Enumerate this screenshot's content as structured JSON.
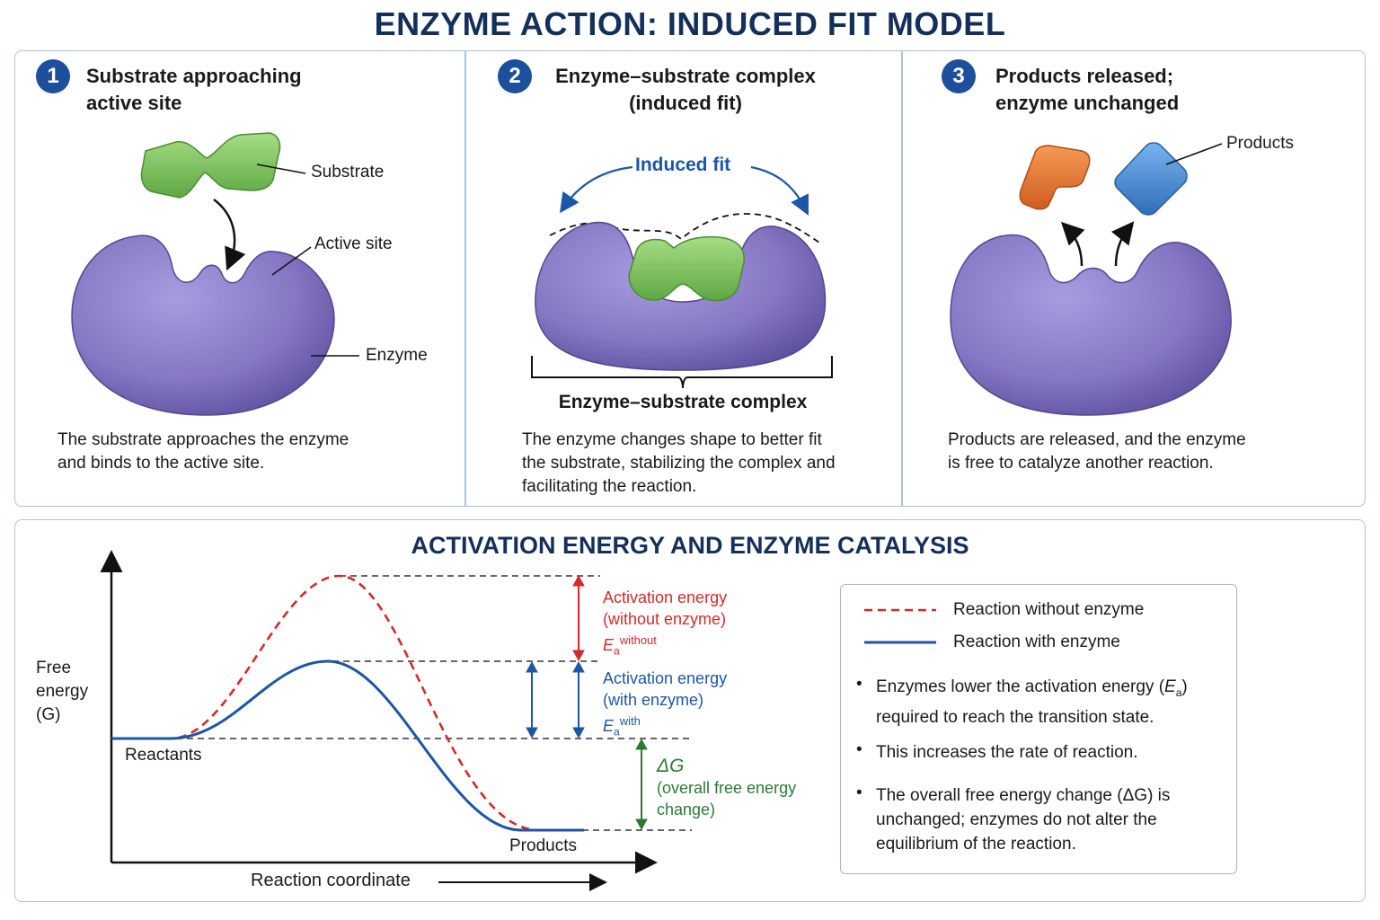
{
  "title": "ENZYME ACTION: INDUCED FIT MODEL",
  "steps": [
    {
      "number": "1",
      "title_line1": "Substrate approaching",
      "title_line2": "active site",
      "labels": {
        "substrate": "Substrate",
        "active_site": "Active site",
        "enzyme": "Enzyme"
      },
      "desc_line1": "The substrate approaches the enzyme",
      "desc_line2": "and binds to the active site."
    },
    {
      "number": "2",
      "title_line1": "Enzyme–substrate complex",
      "title_line2": "(induced fit)",
      "labels": {
        "induced_fit": "Induced fit",
        "complex": "Enzyme–substrate complex"
      },
      "desc_line1": "The enzyme changes shape to better fit",
      "desc_line2": "the substrate, stabilizing the complex and",
      "desc_line3": "facilitating the reaction."
    },
    {
      "number": "3",
      "title_line1": "Products released;",
      "title_line2": "enzyme unchanged",
      "labels": {
        "products": "Products"
      },
      "desc_line1": "Products are released, and the enzyme",
      "desc_line2": "is free to catalyze another reaction."
    }
  ],
  "energy": {
    "title": "ACTIVATION ENERGY AND ENZYME CATALYSIS",
    "ylabel_line1": "Free",
    "ylabel_line2": "energy",
    "ylabel_line3": "(G)",
    "xlabel": "Reaction coordinate",
    "reactants": "Reactants",
    "products": "Products",
    "ea_without_line1": "Activation energy",
    "ea_without_line2": "(without enzyme)",
    "ea_without_symbol": "E",
    "ea_without_sub": "a",
    "ea_without_sup": "without",
    "ea_with_line1": "Activation energy",
    "ea_with_line2": "(with enzyme)",
    "ea_with_symbol": "E",
    "ea_with_sub": "a",
    "ea_with_sup": "with",
    "dg_symbol": "ΔG",
    "dg_line1": "(overall free energy",
    "dg_line2": "change)"
  },
  "legend": {
    "without": "Reaction without enzyme",
    "with": "Reaction with enzyme",
    "bullet1_line1a": "Enzymes lower the activation energy (",
    "bullet1_sym": "E",
    "bullet1_sub": "a",
    "bullet1_line1b": ")",
    "bullet1_line2": "required to reach the transition state.",
    "bullet2": "This increases the rate of reaction.",
    "bullet3_line1": "The overall free energy change (ΔG) is",
    "bullet3_line2": "unchanged; enzymes do not alter the",
    "bullet3_line3": "equilibrium of the reaction."
  },
  "colors": {
    "title": "#14305a",
    "enzyme": "#8677c4",
    "substrate": "#7cc35a",
    "product_orange": "#e8772f",
    "product_blue": "#4b8fd6",
    "without_curve": "#d42a2a",
    "with_curve": "#1d56a6",
    "delta_g": "#2b7a34"
  }
}
